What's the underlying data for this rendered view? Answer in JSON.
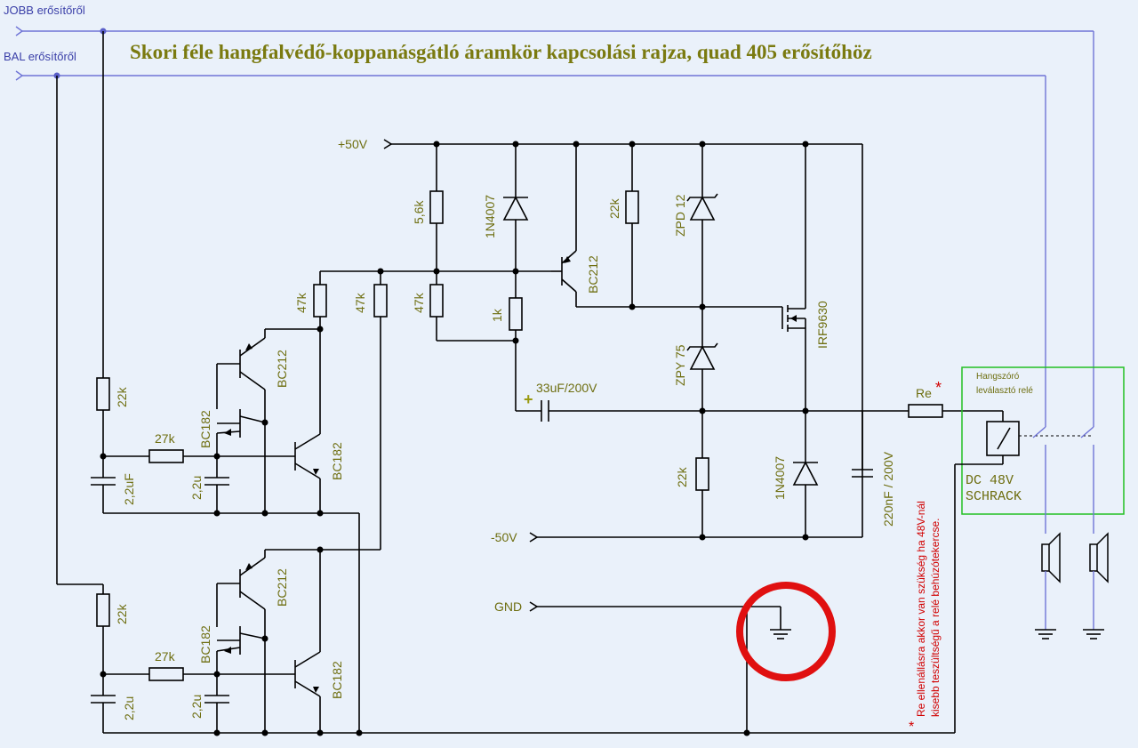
{
  "title": "Skori féle hangfalvédő-koppanásgátló áramkör kapcsolási rajza, quad 405 erősítőhöz",
  "inputs": {
    "right": "JOBB erősítőről",
    "left": "BAL erősítőről"
  },
  "rails": {
    "pos": "+50V",
    "neg": "-50V",
    "gnd": "GND"
  },
  "components": {
    "r_5k6": "5,6k",
    "r_47k_a": "47k",
    "r_47k_b": "47k",
    "r_47k_c": "47k",
    "d_1n4007_top": "1N4007",
    "r_1k": "1k",
    "q_bc212_top": "BC212",
    "r_22k_top": "22k",
    "z_zpd12": "ZPD 12",
    "z_zpy75": "ZPY 75",
    "m_irf9630": "IRF9630",
    "c_33uf": "33uF/200V",
    "r_22k_mid": "22k",
    "d_1n4007_bot": "1N4007",
    "c_220nf": "220nF / 200V",
    "r_re": "Re",
    "re_star": "*",
    "u_bc212": "BC212",
    "u_bc182_a": "BC182",
    "u_bc182_b": "BC182",
    "u_r22k": "22k",
    "u_r27k": "27k",
    "u_c22uf": "2,2uF",
    "u_c22u": "2,2u",
    "l_bc212": "BC212",
    "l_bc182_a": "BC182",
    "l_bc182_b": "BC182",
    "l_r22k": "22k",
    "l_r27k": "27k",
    "l_c22u_a": "2,2u",
    "l_c22u_b": "2,2u"
  },
  "relay": {
    "header_line1": "Hangszóró",
    "header_line2": "leválasztó relé",
    "type_line1": "DC 48V",
    "type_line2": "SCHRACK"
  },
  "note": {
    "star": "*",
    "line1": "Re ellenállásra akkor van szükség ha 48V-nál",
    "line2": "kisebb teszültségű a relé behúzótekercse."
  },
  "colors": {
    "background": "#eaf1fa",
    "wire": "#000000",
    "signal_wire": "#6f74d6",
    "label": "#6e6e10",
    "title": "#7a7a10",
    "highlight_circle": "#e01010",
    "relay_box": "#22c022",
    "note": "#d10000"
  }
}
